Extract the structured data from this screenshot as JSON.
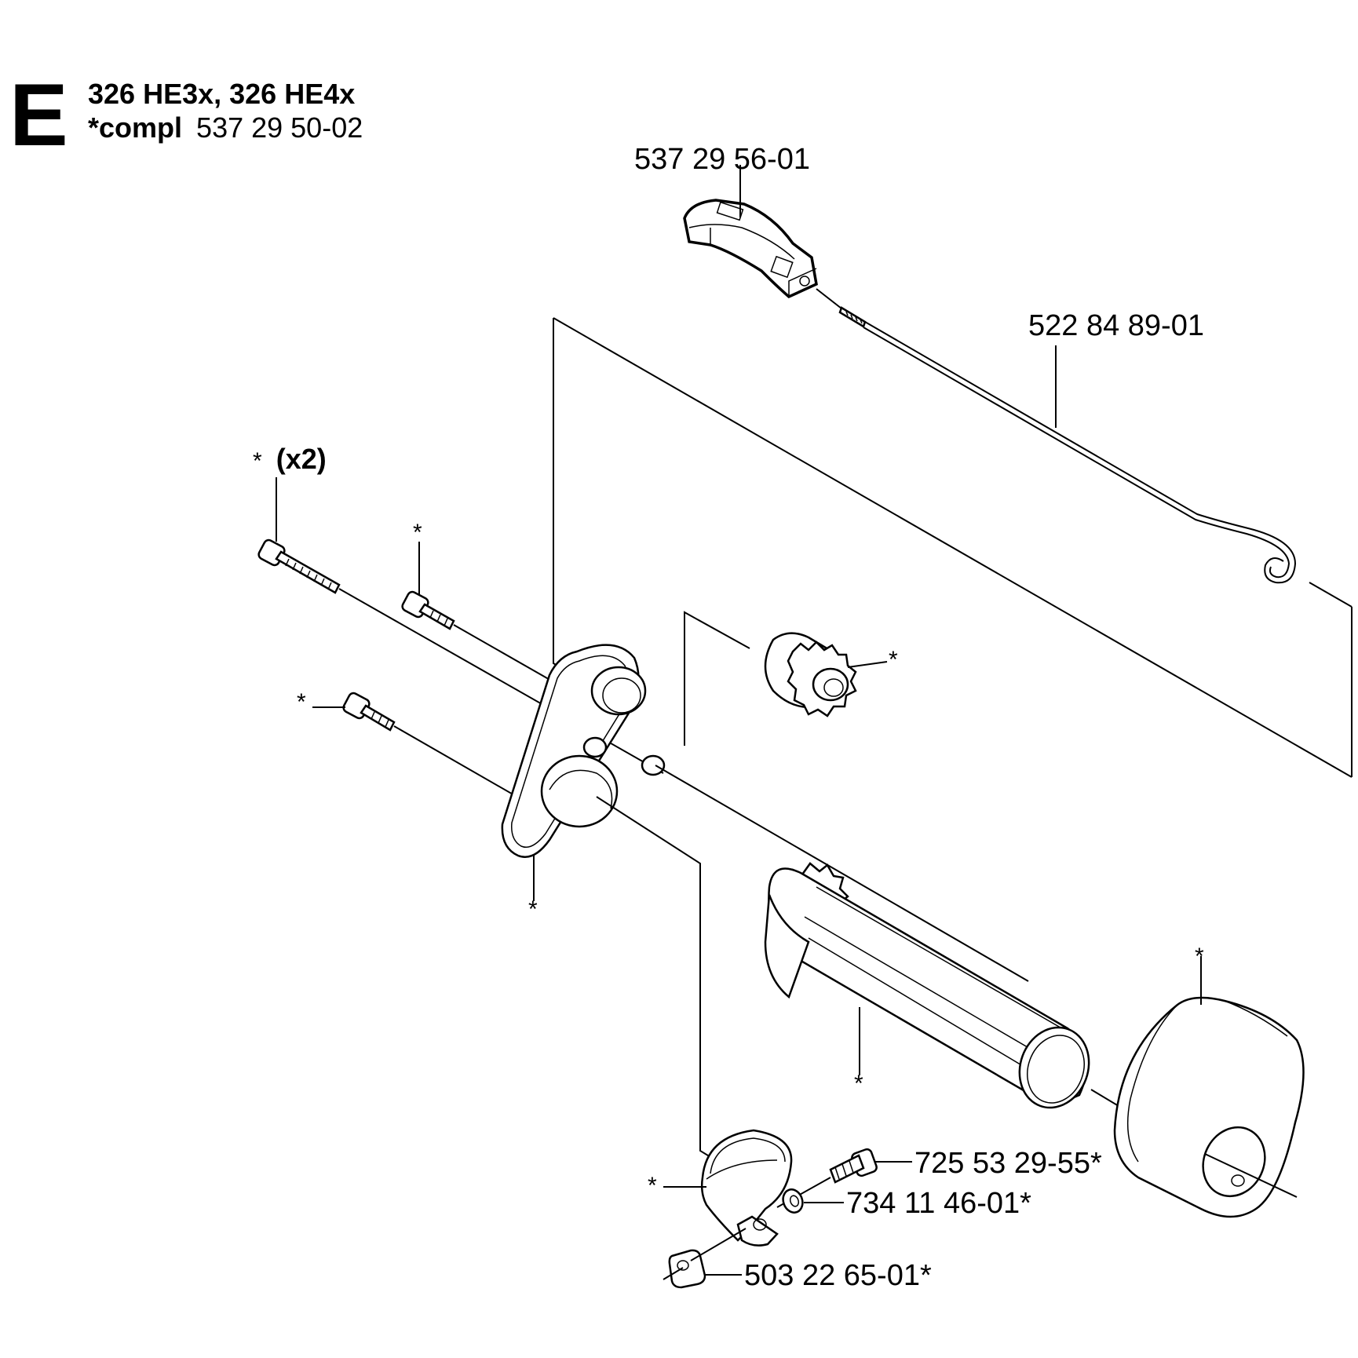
{
  "section": {
    "letter": "E",
    "models": "326 HE3x, 326 HE4x",
    "compl_prefix": "*compl",
    "compl_number": "537 29 50-02"
  },
  "parts": {
    "handle_top": "537 29 56-01",
    "throttle_wire": "522 84 89-01",
    "screw_x2_star": "*",
    "screw_x2_qty": "(x2)",
    "screw_short": "*",
    "screw_left": "*",
    "pinion_gear": "*",
    "bracket": "*",
    "gear_tube": "*",
    "end_cap": "*",
    "clamp": "*",
    "clamp_screw": "725 53 29-55*",
    "washer": "734 11 46-01*",
    "square_nut": "503 22 65-01*"
  }
}
